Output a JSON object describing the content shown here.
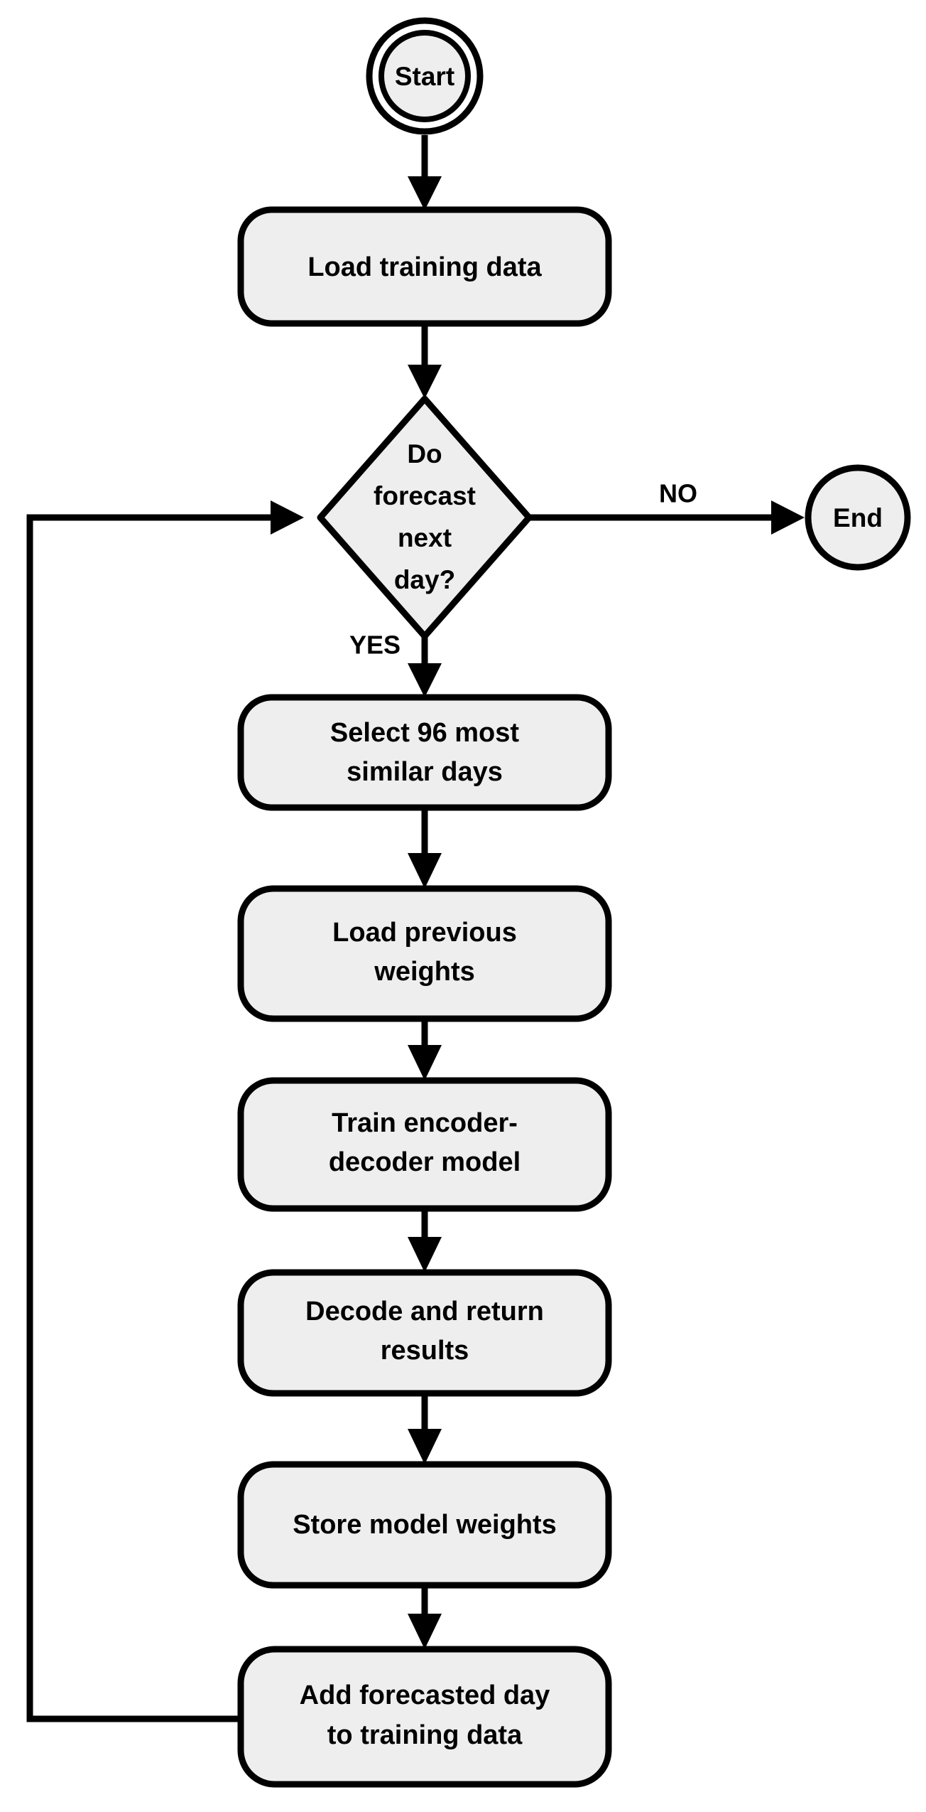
{
  "diagram": {
    "type": "flowchart",
    "title": "Daily forecasting loop flowchart",
    "orientation": "top-to-bottom",
    "colors": {
      "node_fill": "#eeeeee",
      "stroke": "#000000",
      "background": "#ffffff",
      "text": "#000000"
    },
    "nodes": [
      {
        "id": "start",
        "shape": "double-circle",
        "label": "Start",
        "role": "terminator-start"
      },
      {
        "id": "load-training-data",
        "shape": "rounded-rect",
        "label": "Load training data",
        "role": "process"
      },
      {
        "id": "do-forecast-next-day",
        "shape": "diamond",
        "label_lines": [
          "Do",
          "forecast",
          "next",
          "day?"
        ],
        "label": "Do forecast next day?",
        "role": "decision"
      },
      {
        "id": "end",
        "shape": "circle",
        "label": "End",
        "role": "terminator-end"
      },
      {
        "id": "select-similar-days",
        "shape": "rounded-rect",
        "label_lines": [
          "Select 96 most",
          "similar days"
        ],
        "label": "Select 96 most similar days",
        "role": "process"
      },
      {
        "id": "load-previous-weights",
        "shape": "rounded-rect",
        "label_lines": [
          "Load previous",
          "weights"
        ],
        "label": "Load previous weights",
        "role": "process"
      },
      {
        "id": "train-encoder-decoder",
        "shape": "rounded-rect",
        "label_lines": [
          "Train encoder-",
          "decoder model"
        ],
        "label": "Train encoder-decoder model",
        "role": "process"
      },
      {
        "id": "decode-return-results",
        "shape": "rounded-rect",
        "label_lines": [
          "Decode and return",
          "results"
        ],
        "label": "Decode and return results",
        "role": "process"
      },
      {
        "id": "store-model-weights",
        "shape": "rounded-rect",
        "label_lines": [
          "Store model weights"
        ],
        "label": "Store model weights",
        "role": "process"
      },
      {
        "id": "add-forecasted-day",
        "shape": "rounded-rect",
        "label_lines": [
          "Add forecasted day",
          "to training data"
        ],
        "label": "Add forecasted day to training data",
        "role": "process"
      }
    ],
    "edges": [
      {
        "id": "e-start-load",
        "from": "start",
        "to": "load-training-data",
        "label": ""
      },
      {
        "id": "e-load-decision",
        "from": "load-training-data",
        "to": "do-forecast-next-day",
        "label": ""
      },
      {
        "id": "e-decision-end",
        "from": "do-forecast-next-day",
        "to": "end",
        "label": "NO"
      },
      {
        "id": "e-decision-select",
        "from": "do-forecast-next-day",
        "to": "select-similar-days",
        "label": "YES"
      },
      {
        "id": "e-select-loadw",
        "from": "select-similar-days",
        "to": "load-previous-weights",
        "label": ""
      },
      {
        "id": "e-loadw-train",
        "from": "load-previous-weights",
        "to": "train-encoder-decoder",
        "label": ""
      },
      {
        "id": "e-train-decode",
        "from": "train-encoder-decoder",
        "to": "decode-return-results",
        "label": ""
      },
      {
        "id": "e-decode-store",
        "from": "decode-return-results",
        "to": "store-model-weights",
        "label": ""
      },
      {
        "id": "e-store-add",
        "from": "store-model-weights",
        "to": "add-forecasted-day",
        "label": ""
      },
      {
        "id": "e-add-decision",
        "from": "add-forecasted-day",
        "to": "do-forecast-next-day",
        "label": ""
      }
    ],
    "labels": {
      "start": "Start",
      "load_training_data": "Load training data",
      "decision_line1": "Do",
      "decision_line2": "forecast",
      "decision_line3": "next",
      "decision_line4": "day?",
      "end": "End",
      "no": "NO",
      "yes": "YES",
      "select_line1": "Select 96 most",
      "select_line2": "similar days",
      "loadw_line1": "Load previous",
      "loadw_line2": "weights",
      "train_line1": "Train encoder-",
      "train_line2": "decoder model",
      "decode_line1": "Decode and return",
      "decode_line2": "results",
      "store_line1": "Store model weights",
      "add_line1": "Add forecasted day",
      "add_line2": "to training data"
    }
  }
}
